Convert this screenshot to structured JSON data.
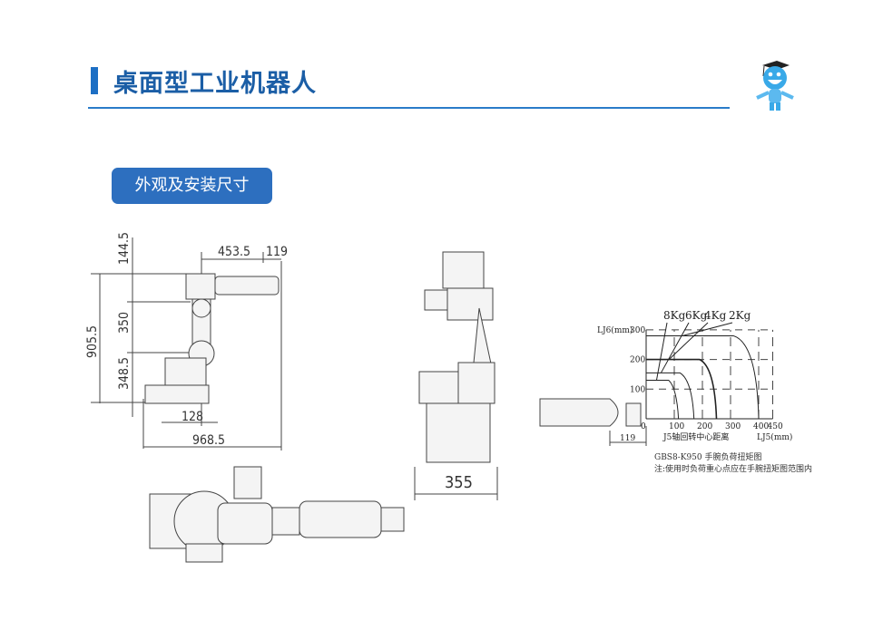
{
  "header": {
    "title": "桌面型工业机器人"
  },
  "section": {
    "label": "外观及安装尺寸"
  },
  "side_view": {
    "dims": [
      "144.5",
      "453.5",
      "119",
      "905.5",
      "350",
      "348.5",
      "128",
      "968.5"
    ]
  },
  "front_view": {
    "dims": [
      "355"
    ]
  },
  "chart_data": {
    "type": "line",
    "title": "GBS8-K950 手腕负荷扭矩图",
    "note": "注:使用时负荷重心点应在手腕扭矩图范围内",
    "xlabel": "LJ5(mm)",
    "xlabel_cn": "J5轴回转中心距离",
    "ylabel": "LJ6(mm)",
    "offset_label": "119",
    "xlim": [
      0,
      450
    ],
    "ylim": [
      0,
      300
    ],
    "xticks": [
      "0",
      "100",
      "200",
      "300",
      "400",
      "450"
    ],
    "yticks": [
      "100",
      "200",
      "300"
    ],
    "series": [
      {
        "name": "8Kg",
        "flat_y": 130,
        "flat_to_x": 80,
        "end_x": 115
      },
      {
        "name": "6Kg",
        "flat_y": 155,
        "flat_to_x": 120,
        "end_x": 170
      },
      {
        "name": "4Kg",
        "flat_y": 200,
        "flat_to_x": 190,
        "end_x": 250
      },
      {
        "name": "2Kg",
        "flat_y": 280,
        "flat_to_x": 310,
        "end_x": 400
      }
    ]
  }
}
